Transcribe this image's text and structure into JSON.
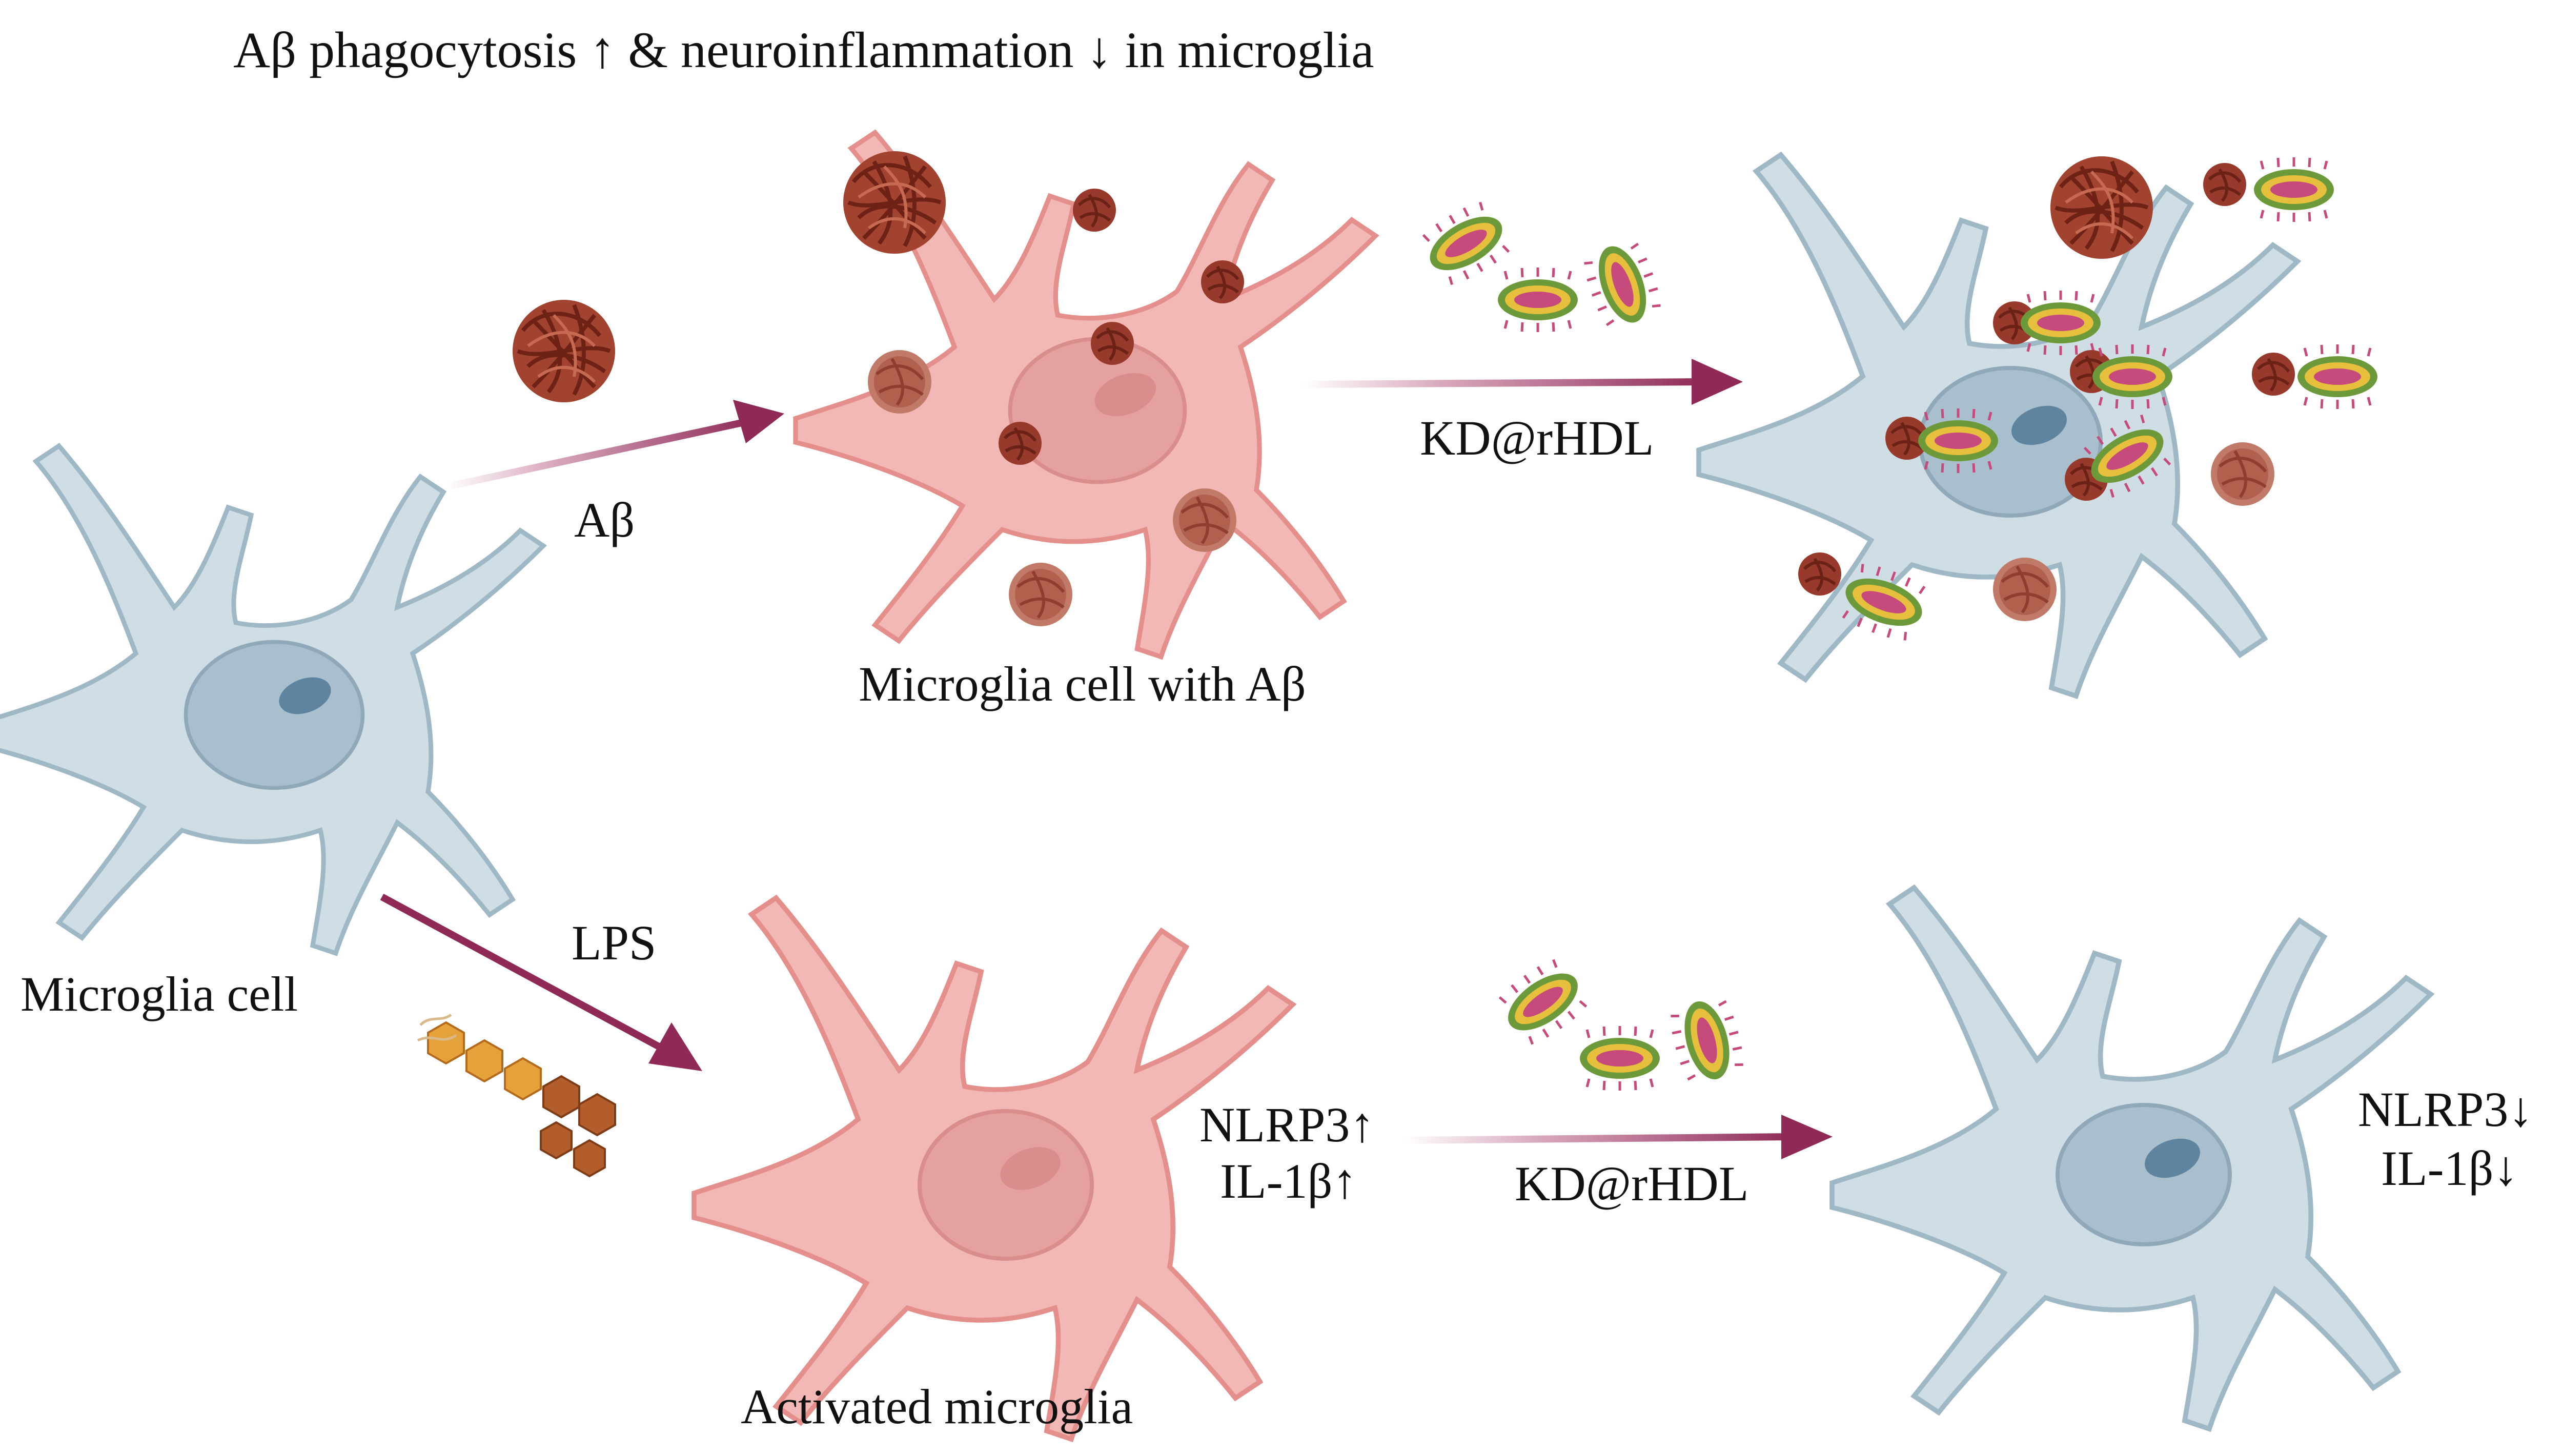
{
  "title": "Aβ phagocytosis ↑ & neuroinflammation ↓ in microglia",
  "labels": {
    "abeta_arrow": "Aβ",
    "microglia_with_abeta": "Microglia cell with Aβ",
    "kd_rhdl_top": "KD@rHDL",
    "microglia_cell": "Microglia cell",
    "lps": "LPS",
    "nlrp3_up": "NLRP3↑",
    "il1b_up": "IL-1β↑",
    "kd_rhdl_bottom": "KD@rHDL",
    "activated_microglia": "Activated microglia",
    "nlrp3_down": "NLRP3↓",
    "il1b_down": "IL-1β↓"
  },
  "colors": {
    "resting_cell": "#cfdde5",
    "resting_outline": "#9fb8c6",
    "resting_nucleus": "#8fa9bb",
    "activated_cell": "#f2b8b5",
    "activated_outline": "#e48f8b",
    "activated_nucleus": "#d98e8c",
    "abeta": "#9b3b2c",
    "arrow": "#8e2a55",
    "rhdl_green": "#6c9a3a",
    "rhdl_yellow": "#e6bf3c",
    "rhdl_pink": "#c74a7c"
  }
}
